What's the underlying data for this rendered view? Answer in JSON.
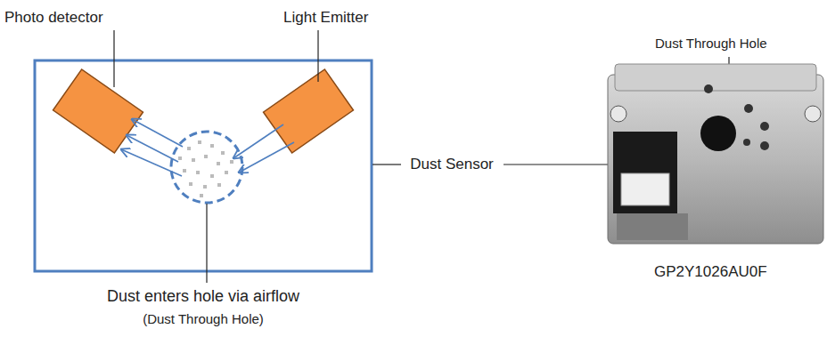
{
  "diagram": {
    "labels": [
      "Photo detector",
      "Light Emitter",
      "Dust Sensor",
      "Dust enters hole via airflow",
      "(Dust Through Hole)",
      "Dust Through Hole",
      "GP2Y1026AU0F"
    ]
  }
}
